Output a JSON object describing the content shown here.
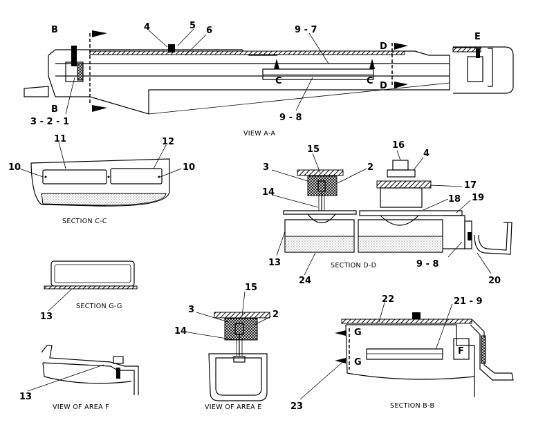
{
  "views": {
    "view_aa": {
      "caption": "VIEW  A-A"
    },
    "section_cc": {
      "caption": "SECTION  C-C"
    },
    "section_dd": {
      "caption": "SECTION  D-D"
    },
    "section_gg": {
      "caption": "SECTION  G-G"
    },
    "view_area_f": {
      "caption": "VIEW  OF  AREA  F"
    },
    "view_area_e": {
      "caption": "VIEW  OF  AREA  E"
    },
    "section_bb": {
      "caption": "SECTION  B-B"
    }
  },
  "markers": {
    "b_top": "B",
    "b_bottom": "B",
    "d_top": "D",
    "d_bottom": "D",
    "c_left": "C",
    "c_right": "C",
    "e": "E",
    "g_top": "G",
    "g_bottom": "G",
    "f": "F"
  },
  "callouts": {
    "aa_4": "4",
    "aa_5": "5",
    "aa_6": "6",
    "aa_97": "9 - 7",
    "aa_98": "9 - 8",
    "aa_321": "3 - 2 - 1",
    "cc_11": "11",
    "cc_12": "12",
    "cc_10l": "10",
    "cc_10r": "10",
    "dd_15": "15",
    "dd_3": "3",
    "dd_2": "2",
    "dd_16": "16",
    "dd_4": "4",
    "dd_17": "17",
    "dd_14": "14",
    "dd_18": "18",
    "dd_19": "19",
    "dd_13": "13",
    "dd_24": "24",
    "dd_98": "9 - 8",
    "dd_20": "20",
    "gg_13": "13",
    "e_15": "15",
    "e_3": "3",
    "e_2": "2",
    "e_14": "14",
    "bb_22": "22",
    "bb_219": "21 - 9",
    "bb_23": "23",
    "f_13": "13"
  }
}
